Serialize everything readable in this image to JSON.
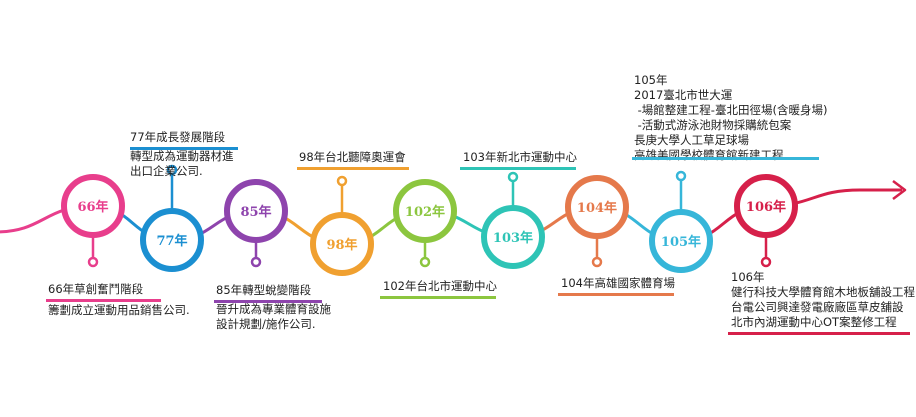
{
  "timeline": {
    "colors": {
      "wave": [
        "#e83e8c",
        "#1b8fd1",
        "#8e44ad",
        "#f0a030",
        "#8cc63f",
        "#2ec4b6",
        "#e5794b",
        "#36b6d9",
        "#d6204a"
      ]
    },
    "nodes": [
      {
        "label": "66年",
        "color": "#e83e8c"
      },
      {
        "label": "77年",
        "color": "#1b8fd1"
      },
      {
        "label": "85年",
        "color": "#8e44ad"
      },
      {
        "label": "98年",
        "color": "#f0a030"
      },
      {
        "label": "102年",
        "color": "#8cc63f"
      },
      {
        "label": "103年",
        "color": "#2ec4b6"
      },
      {
        "label": "104年",
        "color": "#e5794b"
      },
      {
        "label": "105年",
        "color": "#36b6d9"
      },
      {
        "label": "106年",
        "color": "#d6204a"
      }
    ]
  },
  "annotations": {
    "a66": {
      "title": "66年草創奮鬥階段",
      "lines": [
        "籌劃成立運動用品銷售公司."
      ],
      "color": "#e83e8c"
    },
    "a77": {
      "title": "77年成長發展階段",
      "lines": [
        "轉型成為運動器材進",
        "出口企業公司."
      ],
      "color": "#1b8fd1"
    },
    "a85": {
      "title": "85年轉型蛻變階段",
      "lines": [
        "晉升成為專業體育設施",
        "設計規劃/施作公司."
      ],
      "color": "#8e44ad"
    },
    "a98": {
      "title": "98年台北聽障奧運會",
      "lines": [],
      "color": "#f0a030"
    },
    "a102": {
      "title": "102年台北市運動中心",
      "lines": [],
      "color": "#8cc63f"
    },
    "a103": {
      "title": "103年新北市運動中心",
      "lines": [],
      "color": "#2ec4b6"
    },
    "a104": {
      "title": "104年高雄國家體育場",
      "lines": [],
      "color": "#e5794b"
    },
    "a105": {
      "title": "105年",
      "lines": [
        "2017臺北市世大運",
        " -場館整建工程-臺北田徑場(含暖身場)",
        " -活動式游泳池財物採購統包案",
        "長庚大學人工草足球場",
        "高雄美國學校體育館新建工程"
      ],
      "color": "#36b6d9"
    },
    "a106": {
      "title": "106年",
      "lines": [
        "健行科技大學體育館木地板舖設工程",
        "台電公司興達發電廠廠區草皮舖設",
        "北市內湖運動中心OT案整修工程"
      ],
      "color": "#d6204a"
    }
  }
}
